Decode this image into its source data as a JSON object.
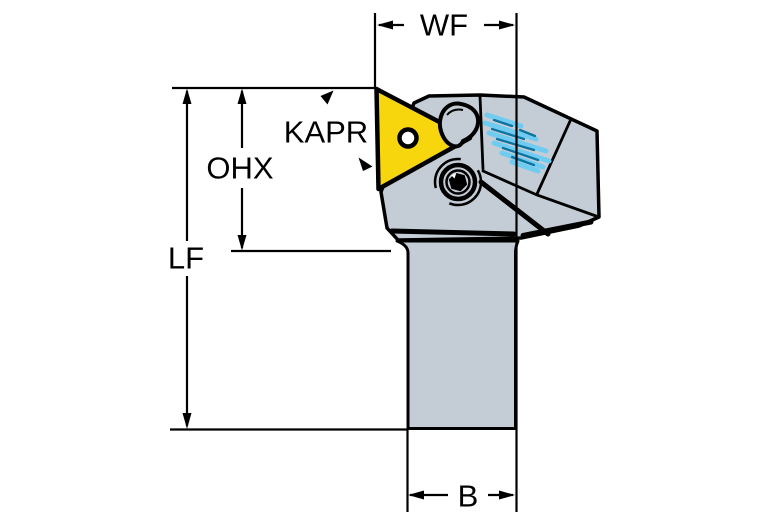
{
  "title": "Turning tool holder dimension diagram",
  "labels": {
    "width_front": "WF",
    "overhang": "OHX",
    "functional_length": "LF",
    "entering_angle": "KAPR",
    "shank_width": "B"
  },
  "colors": {
    "bg": "#ffffff",
    "ink": "#000000",
    "body": "#c4cdd5",
    "insert": "#f8d60e",
    "insert_hole": "#ffffff",
    "coolant": "#6fcbf0",
    "coolant_dark": "#0d739f"
  }
}
